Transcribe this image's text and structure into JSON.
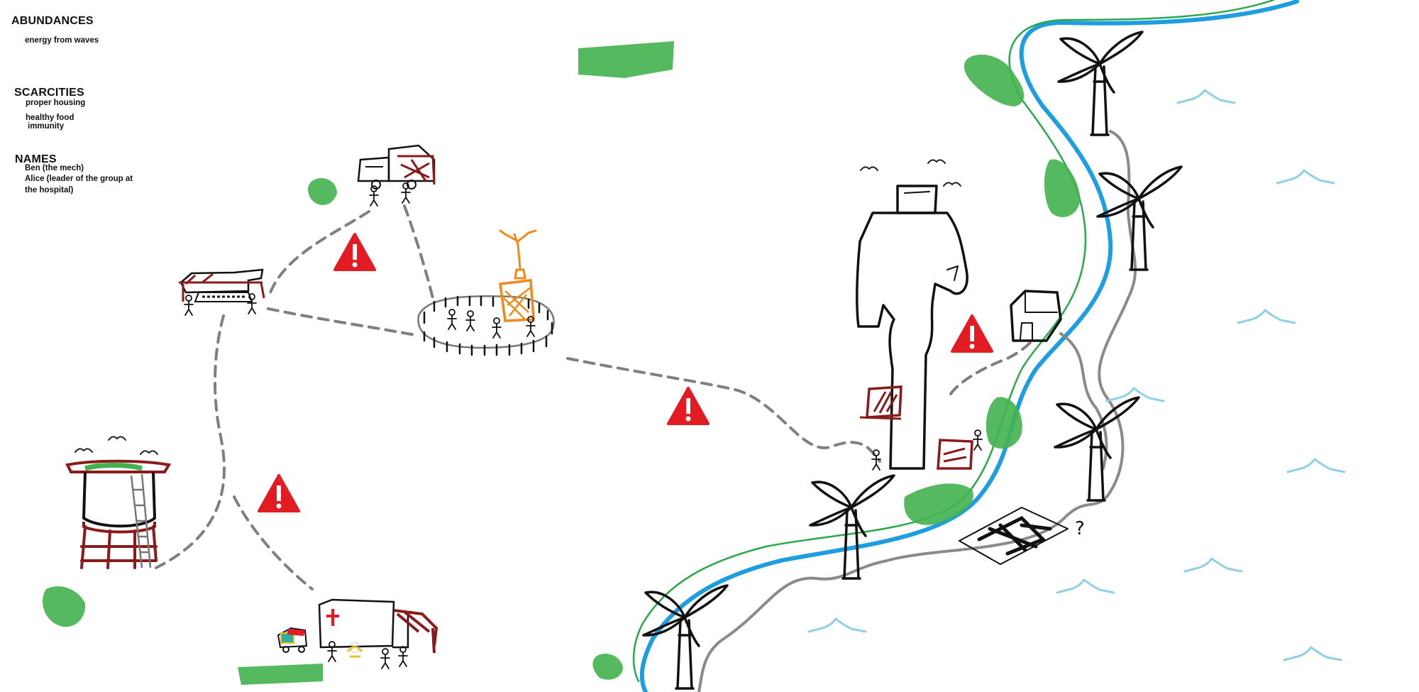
{
  "legend": {
    "abundances": {
      "title": "ABUNDANCES",
      "items": [
        "energy from waves"
      ]
    },
    "scarcities": {
      "title": "SCARCITIES",
      "items": [
        "proper housing",
        "healthy food",
        "immunity"
      ]
    },
    "names": {
      "title": "NAMES",
      "items": [
        "Ben (the mech)",
        "Alice (leader of the group at",
        "the hospital)"
      ]
    }
  },
  "colors": {
    "river": "#1e9ee0",
    "riverbank": "#2aa84a",
    "road": "#7f7f7f",
    "warning": "#e31b23",
    "maroon": "#8b1a1a",
    "statue": "#f28a1b",
    "bush": "#43b14f",
    "sea_waves": "#8fd0e4"
  },
  "icons": [
    "warning-icon",
    "wind-turbine-icon",
    "bird-icon",
    "stick-figure-icon",
    "hospital-cross-icon",
    "water-tower-icon",
    "bush-icon"
  ],
  "map": {
    "question_mark": "?"
  }
}
